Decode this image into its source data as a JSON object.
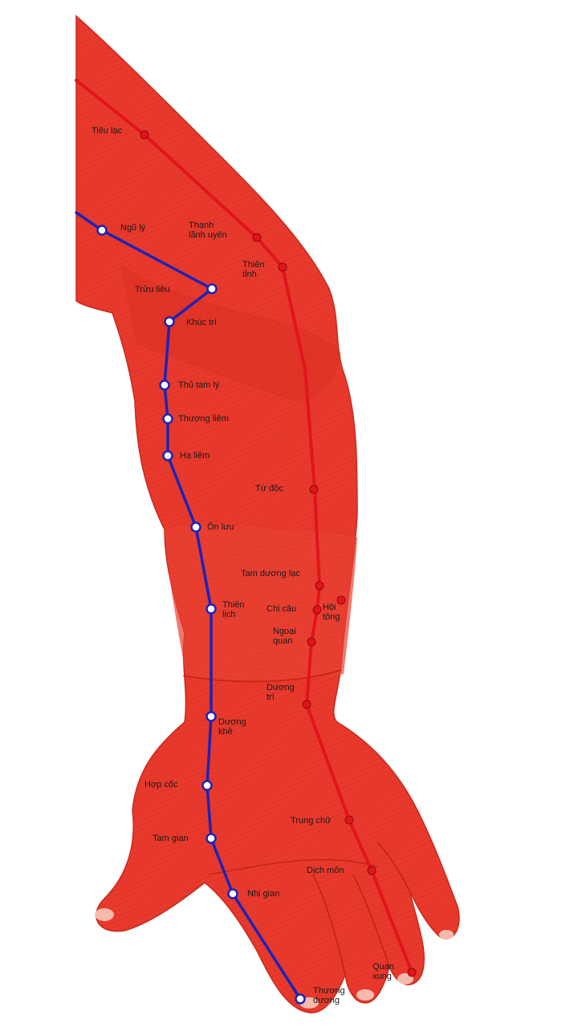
{
  "colors": {
    "muscle": "#e8392c",
    "muscle_dark": "#b3170f",
    "muscle_light": "#f6806f",
    "red_meridian": "#e2141b",
    "blue_meridian": "#1d23b5",
    "background": "#ffffff"
  },
  "red_meridian_points": [
    {
      "label": [
        "Tiêu lạc"
      ]
    },
    {
      "label": [
        "Thanh",
        "lãnh uyên"
      ]
    },
    {
      "label": [
        "Thiên",
        "tỉnh"
      ]
    },
    {
      "label": [
        "Tứ độc"
      ]
    },
    {
      "label": [
        "Tam dương lạc"
      ]
    },
    {
      "label": [
        "Hội",
        "tông"
      ]
    },
    {
      "label": [
        "Chi câu"
      ]
    },
    {
      "label": [
        "Ngoại",
        "quan"
      ]
    },
    {
      "label": [
        "Dương",
        "trì"
      ]
    },
    {
      "label": [
        "Trung chữ"
      ]
    },
    {
      "label": [
        "Dịch môn"
      ]
    },
    {
      "label": [
        "Quan",
        "xung"
      ]
    }
  ],
  "blue_meridian_points": [
    {
      "label": [
        "Ngũ lý"
      ]
    },
    {
      "label": [
        "Trửu liêu"
      ]
    },
    {
      "label": [
        "Khúc trì"
      ]
    },
    {
      "label": [
        "Thủ tam lý"
      ]
    },
    {
      "label": [
        "Thượng liêm"
      ]
    },
    {
      "label": [
        "Hạ liêm"
      ]
    },
    {
      "label": [
        "Ôn lưu"
      ]
    },
    {
      "label": [
        "Thiên",
        "lịch"
      ]
    },
    {
      "label": [
        "Dương",
        "khê"
      ]
    },
    {
      "label": [
        "Hợp cốc"
      ]
    },
    {
      "label": [
        "Tam gian"
      ]
    },
    {
      "label": [
        "Nhị gian"
      ]
    },
    {
      "label": [
        "Thương",
        "dương"
      ]
    }
  ]
}
